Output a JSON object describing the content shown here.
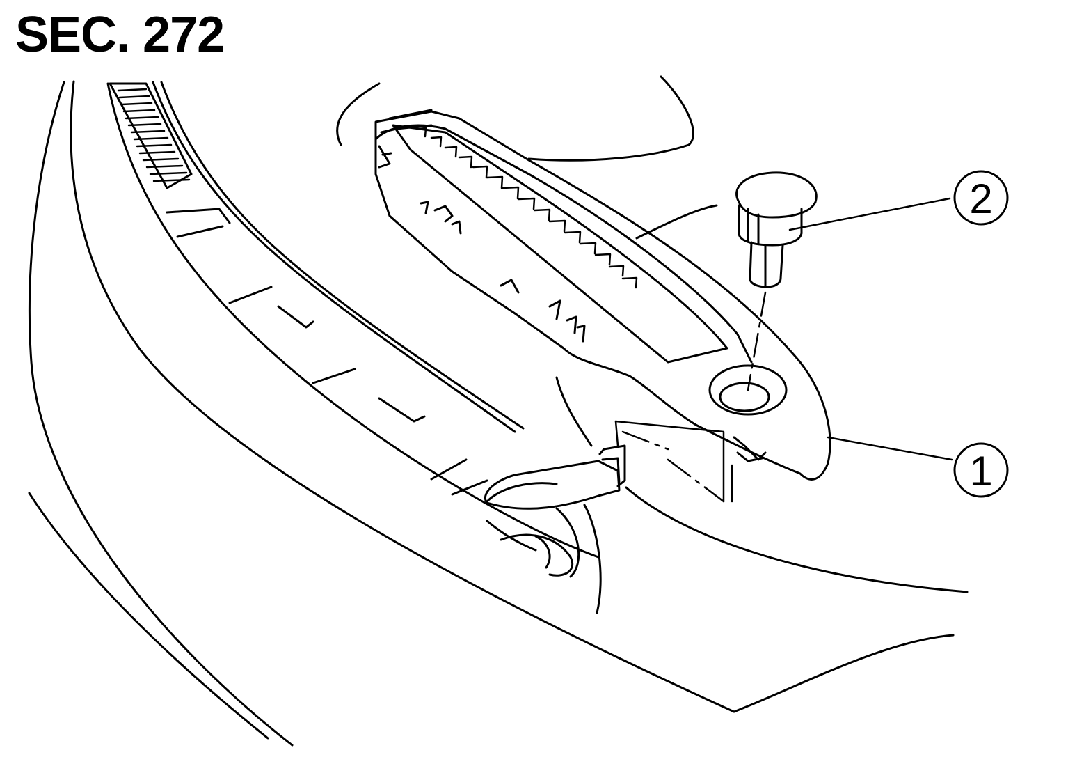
{
  "section_label": "SEC. 272",
  "callouts": [
    {
      "number": "1"
    },
    {
      "number": "2"
    }
  ],
  "colors": {
    "line": "#000000",
    "background": "#ffffff"
  }
}
